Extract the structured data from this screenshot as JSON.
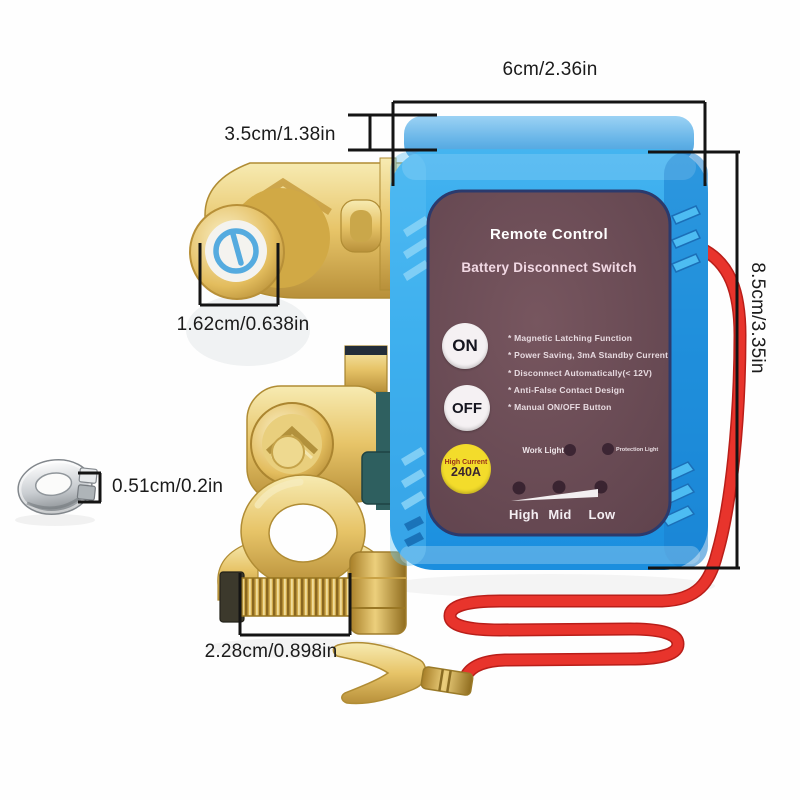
{
  "product": {
    "panel": {
      "title": "Remote Control",
      "subtitle": "Battery Disconnect Switch",
      "on_label": "ON",
      "off_label": "OFF",
      "features": [
        "* Magnetic Latching Function",
        "* Power Saving, 3mA Standby Current",
        "* Disconnect Automatically(< 12V)",
        "* Anti-False Contact Design",
        "* Manual ON/OFF Button"
      ],
      "badge_line1": "High Current",
      "badge_line2": "240A",
      "work_light_label": "Work Light",
      "protection_light_label": "Protection Light",
      "levels": [
        "High",
        "Mid",
        "Low"
      ]
    }
  },
  "dimensions": {
    "top_width": "6cm/2.36in",
    "lid_height": "3.5cm/1.38in",
    "body_height": "8.5cm/3.35in",
    "knob_diameter": "1.62cm/0.638in",
    "washer_thickness": "0.51cm/0.2in",
    "clamp_width": "2.28cm/0.898in"
  },
  "colors": {
    "box_blue": "#29a5ec",
    "panel_maroon": "#6b4a52",
    "badge_yellow": "#f3dc2b",
    "wire_red": "#e8342c",
    "brass_gold": "#e3bc5c",
    "annotation": "#141414"
  }
}
